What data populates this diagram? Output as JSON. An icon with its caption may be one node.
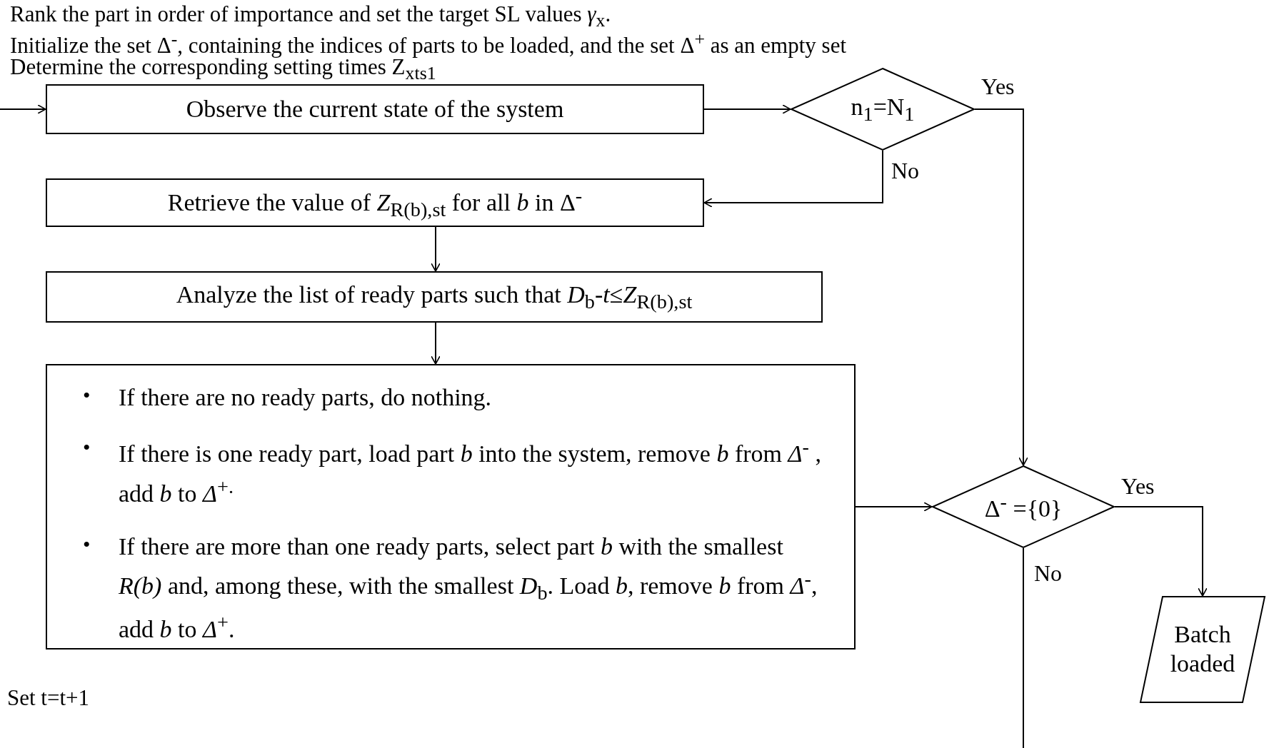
{
  "diagram": {
    "nodes": [
      {
        "text": [
          "Observe the current state of the system"
        ]
      },
      {
        "text": [
          "n$_{1}$=N$_{1}$"
        ]
      },
      {
        "text": [
          "Retrieve the value of *Z*$_{R(b),st}$ for all *b* in Δ$^{-}$"
        ]
      },
      {
        "text": [
          "Analyze the list of ready parts such that *D*$_{b}$-*t*≤*Z*$_{R(b),st}$"
        ]
      },
      {
        "text": [
          "•",
          "If there are no ready parts, do nothing.",
          "•",
          "If there is one ready part, load part *b* into the system, remove *b* from *Δ*$^{-}$ , add *b* to *Δ*$^{+.}$",
          "•",
          "If there are more than one ready parts, select part *b* with the smallest *R(b)* and, among these, with the smallest *D*$_{b}$. Load *b*, remove *b* from *Δ*$^{-}$, add *b* to *Δ*$^{+}$."
        ]
      },
      {
        "text": [
          "Δ$^{-}$ ={0}"
        ]
      },
      {
        "text": [
          "Batch loaded"
        ]
      }
    ],
    "edges": [
      {
        "from": null,
        "to": 0,
        "arrow": "to"
      },
      {
        "from": 0,
        "to": 1,
        "arrow": "to"
      },
      {
        "from": 1,
        "to": 2,
        "arrow": "to",
        "label": "No"
      },
      {
        "from": 1,
        "to": 5,
        "arrow": "to",
        "label": "Yes"
      },
      {
        "from": 2,
        "to": 3,
        "arrow": "to"
      },
      {
        "from": 3,
        "to": 4,
        "arrow": "to"
      },
      {
        "from": 4,
        "to": 5,
        "arrow": "to"
      },
      {
        "from": 5,
        "to": 6,
        "arrow": "to",
        "label": "Yes"
      },
      {
        "from": 5,
        "to": null,
        "arrow": "none",
        "label": "No"
      }
    ],
    "labels": [
      "Rank the part in order of importance and set the target SL values *γ*$_{x}$.",
      "Initialize the set Δ$^{-}$, containing the indices of parts to be loaded, and the set Δ$^{+}$ as an empty set",
      "Determine the corresponding setting times Z$_{xts1}$",
      "Set t=t+1"
    ]
  }
}
